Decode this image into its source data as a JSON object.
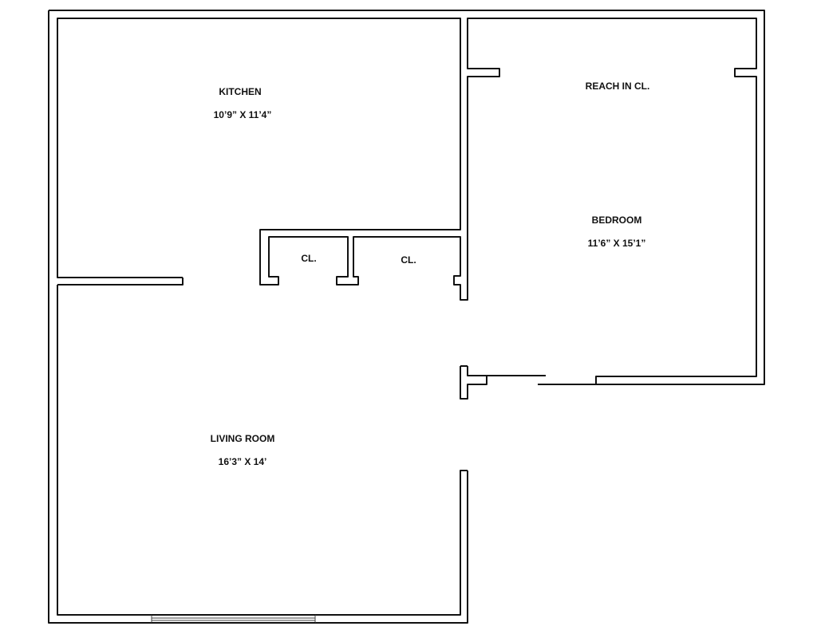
{
  "rooms": {
    "kitchen": {
      "name": "KITCHEN",
      "dims": "10’9” X 11’4”"
    },
    "reach_in_closet": {
      "name": "REACH IN CL."
    },
    "bedroom": {
      "name": "BEDROOM",
      "dims": "11’6” X 15’1”"
    },
    "closet_1": {
      "name": "CL."
    },
    "closet_2": {
      "name": "CL."
    },
    "living_room": {
      "name": "LIVING ROOM",
      "dims": "16’3” X 14’"
    }
  }
}
